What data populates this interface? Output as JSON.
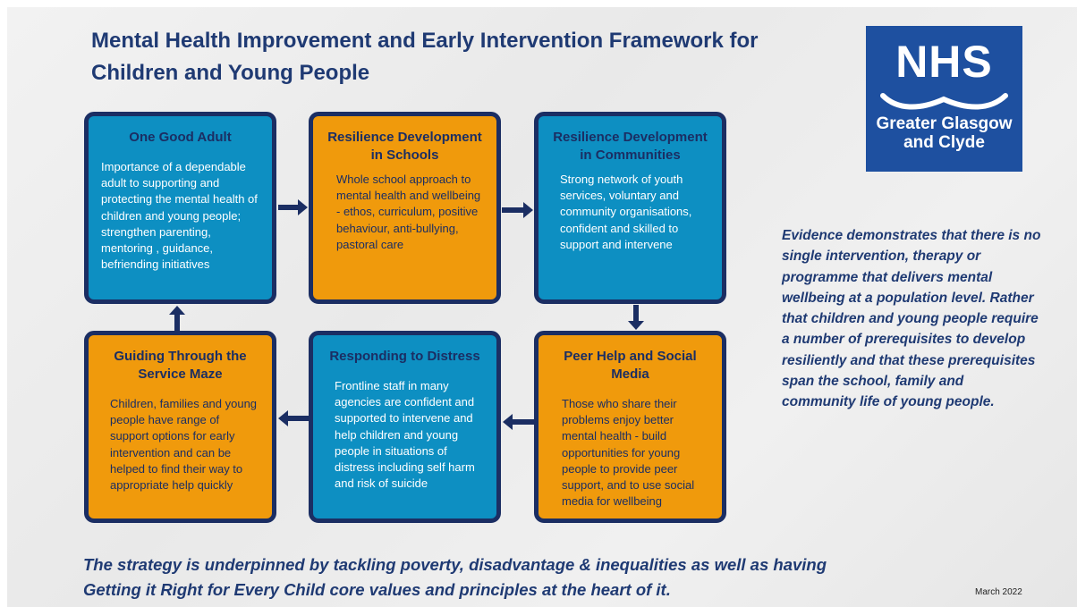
{
  "title": "Mental Health Improvement and Early Intervention Framework for Children and Young People",
  "logo": {
    "wordmark": "NHS",
    "organisation": "Greater Glasgow and Clyde",
    "background_color": "#1e50a0"
  },
  "colors": {
    "blue_box": "#0d8fc2",
    "orange_box": "#f09a0c",
    "border": "#1b2e63",
    "heading_text": "#1f3a73"
  },
  "boxes": [
    {
      "heading": "One Good Adult",
      "body": "Importance of a dependable adult to supporting and protecting the mental health of children and young people; strengthen parenting, mentoring , guidance, befriending initiatives",
      "color": "blue"
    },
    {
      "heading": "Resilience Development in Schools",
      "body": "Whole school approach to mental health and wellbeing - ethos, curriculum, positive behaviour, anti-bullying, pastoral care",
      "color": "orange"
    },
    {
      "heading": "Resilience Development in Communities",
      "body": "Strong network of youth services, voluntary and community organisations, confident and skilled to support and intervene",
      "color": "blue"
    },
    {
      "heading": "Guiding Through the Service Maze",
      "body": "Children, families and young people have range of support options for early intervention and can be helped to find their way to appropriate help quickly",
      "color": "orange"
    },
    {
      "heading": "Responding to Distress",
      "body": "Frontline staff in many agencies are confident and supported to intervene and help children and young people in situations of distress including self harm and risk of suicide",
      "color": "blue"
    },
    {
      "heading": "Peer Help and Social Media",
      "body": "Those who share their problems enjoy better mental health - build opportunities for young people to provide peer support, and to use social media for wellbeing",
      "color": "orange"
    }
  ],
  "evidence_text": "Evidence demonstrates that there is no single intervention, therapy or programme that delivers mental wellbeing at a population level. Rather that children and young people require a number of prerequisites to develop resiliently and that these prerequisites span the school, family and community life of young people.",
  "strategy_text": "The strategy is underpinned by tackling poverty, disadvantage & inequalities as well as having Getting it Right for Every Child core values and principles at the heart of it.",
  "date": "March 2022"
}
